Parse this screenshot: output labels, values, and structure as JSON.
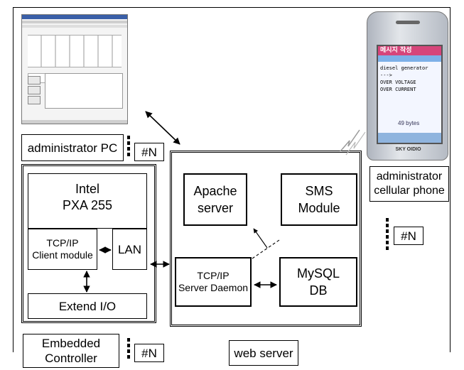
{
  "labels": {
    "admin_pc": "administrator PC",
    "admin_pc_count": "#N",
    "intel": "Intel\nPXA 255",
    "tcp_client": "TCP/IP\nClient module",
    "lan": "LAN",
    "extend_io": "Extend I/O",
    "embedded_controller": "Embedded\nController",
    "controller_count": "#N",
    "apache": "Apache\nserver",
    "sms_module": "SMS\nModule",
    "tcp_server": "TCP/IP\nServer Daemon",
    "mysql": "MySQL\nDB",
    "web_server": "web server",
    "admin_phone": "administrator\ncellular phone",
    "phone_count": "#N"
  },
  "phone_screen": {
    "title": "메시지 작성",
    "lines": [
      "diesel generator",
      "--->",
      "OVER VOLTAGE",
      "OVER CURRENT"
    ],
    "bytes": "49 bytes",
    "brand": "SKY OIDIO"
  },
  "colors": {
    "phone_screen_header": "#d6457a",
    "phone_screen_bg": "#f3f6ff",
    "phone_body": "#c9ced6"
  }
}
